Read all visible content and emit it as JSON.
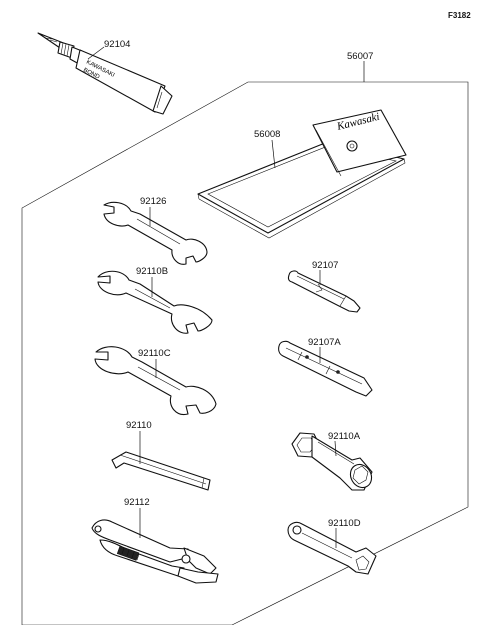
{
  "figure_id": "F3182",
  "parts": {
    "bond_tube": "92104",
    "kit_bag": "56007",
    "bag_inner": "56008",
    "wrench_small": "92126",
    "wrench_medium": "92110B",
    "wrench_large": "92110C",
    "hex_key": "92110",
    "pliers": "92112",
    "screwdriver_bit": "92107",
    "screwdriver_handle": "92107A",
    "plug_socket": "92110A",
    "box_wrench": "92110D"
  },
  "printed_text": {
    "bag_brand": "Kawasaki",
    "tube_brand": "KAWASAKI",
    "tube_product": "BOND"
  }
}
